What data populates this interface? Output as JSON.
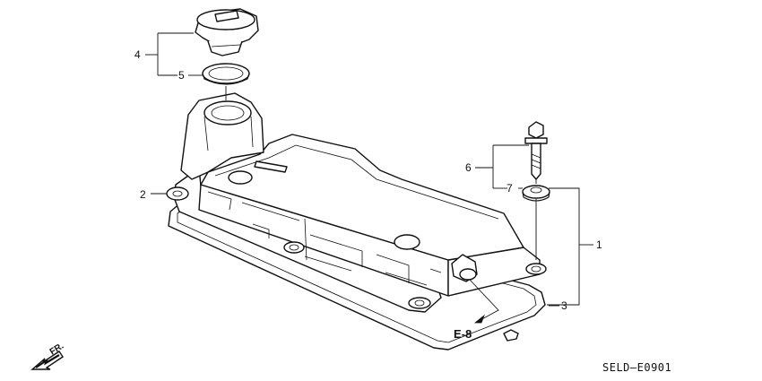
{
  "callouts": {
    "c1": "1",
    "c2": "2",
    "c3": "3",
    "c4": "4",
    "c5": "5",
    "c6": "6",
    "c7": "7"
  },
  "reference": "E-8",
  "front_marker": "FR.",
  "diagram_code": "SELD—E0901"
}
